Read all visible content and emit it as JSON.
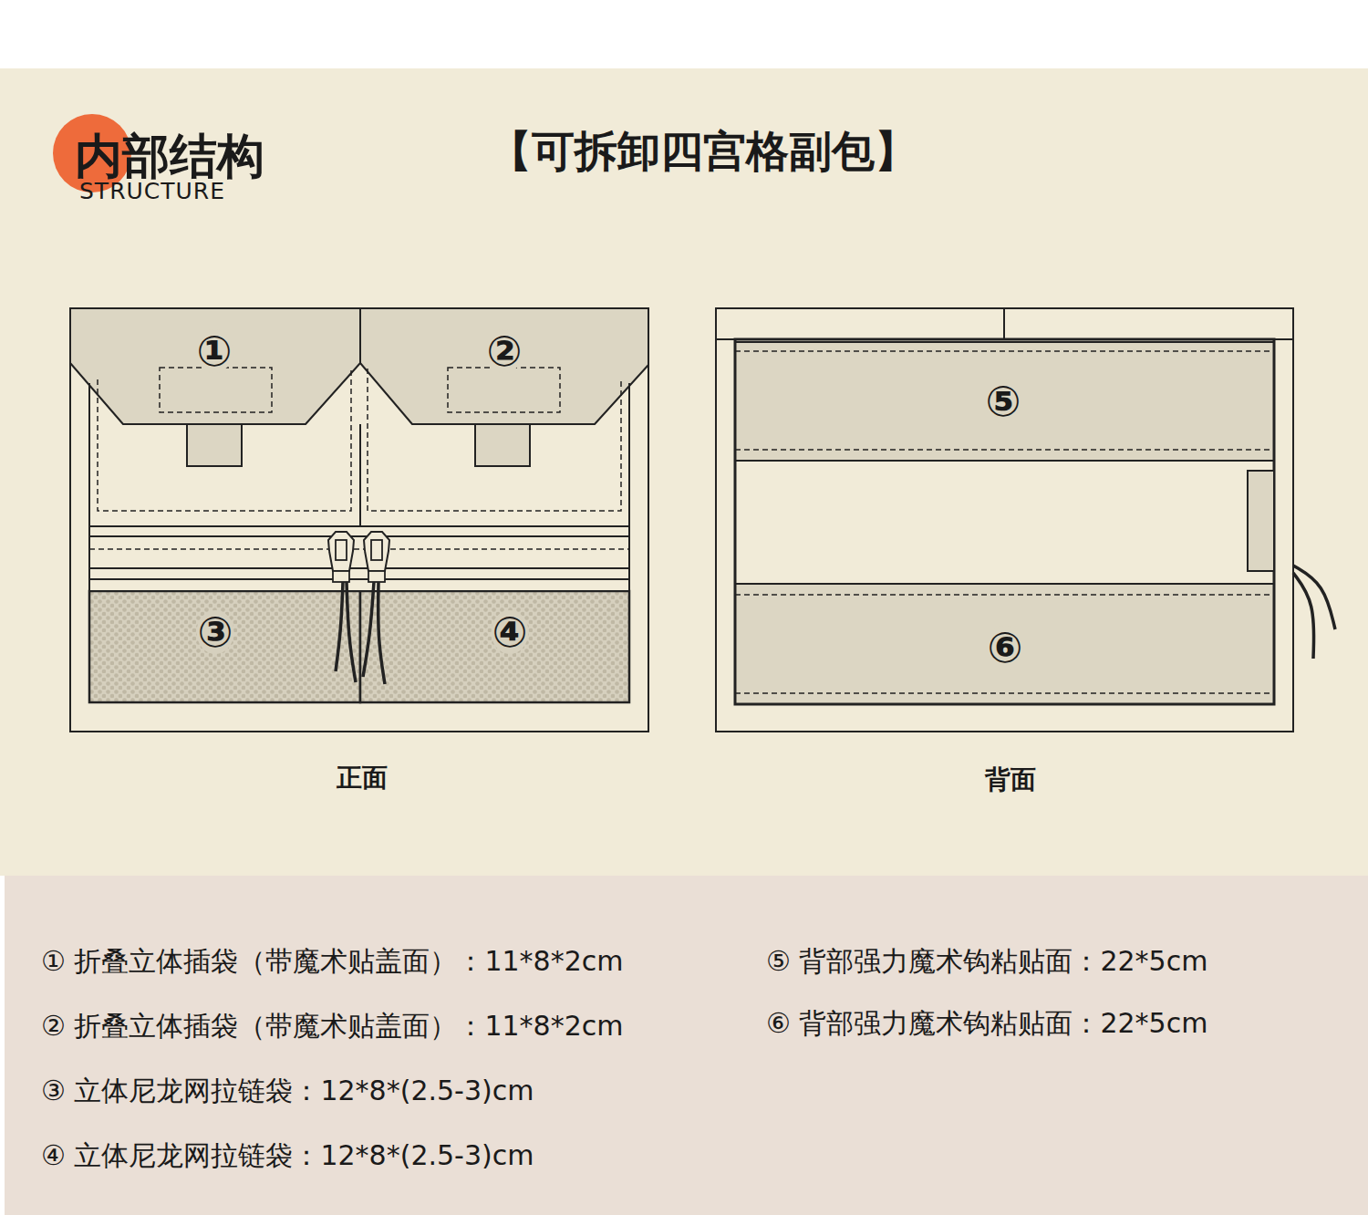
{
  "diagram": {
    "title": "【可拆卸四宫格副包】",
    "nodes": [
      {
        "text": [
          "正面"
        ]
      },
      {
        "text": [
          "①"
        ],
        "in": 0
      },
      {
        "text": [
          "②"
        ],
        "in": 0
      },
      {
        "text": [
          "③"
        ],
        "in": 0
      },
      {
        "text": [
          "④"
        ],
        "in": 0
      },
      {
        "text": [
          "背面"
        ]
      },
      {
        "text": [
          "⑤"
        ],
        "in": 5
      },
      {
        "text": [
          "⑥"
        ],
        "in": 5
      }
    ],
    "labels": [
      "内部结构",
      "STRUCTURE",
      "① 折叠立体插袋（带魔术贴盖面）：11*8*2cm",
      "② 折叠立体插袋（带魔术贴盖面）：11*8*2cm",
      "③ 立体尼龙网拉链袋：12*8*(2.5-3)cm",
      "④ 立体尼龙网拉链袋：12*8*(2.5-3)cm",
      "⑤ 背部强力魔术钩粘贴面：22*5cm",
      "⑥ 背部强力魔术钩粘贴面：22*5cm"
    ]
  }
}
